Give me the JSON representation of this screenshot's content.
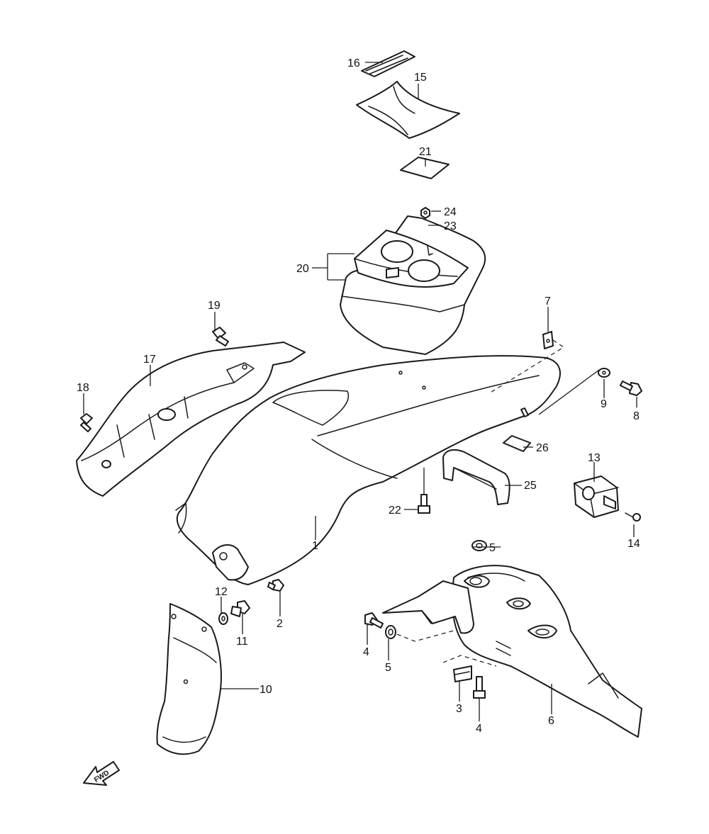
{
  "callouts": {
    "c1": "1",
    "c2": "2",
    "c3": "3",
    "c4a": "4",
    "c4b": "4",
    "c5a": "5",
    "c5b": "5",
    "c6": "6",
    "c7": "7",
    "c8": "8",
    "c9": "9",
    "c10": "10",
    "c11": "11",
    "c12": "12",
    "c13": "13",
    "c14": "14",
    "c15": "15",
    "c16": "16",
    "c17": "17",
    "c18": "18",
    "c19": "19",
    "c20": "20",
    "c21": "21",
    "c22": "22",
    "c23": "23",
    "c24": "24",
    "c25": "25",
    "c26": "26"
  },
  "fwd_label": "FWD",
  "colors": {
    "line": "#1a1a1a",
    "background": "#ffffff"
  }
}
